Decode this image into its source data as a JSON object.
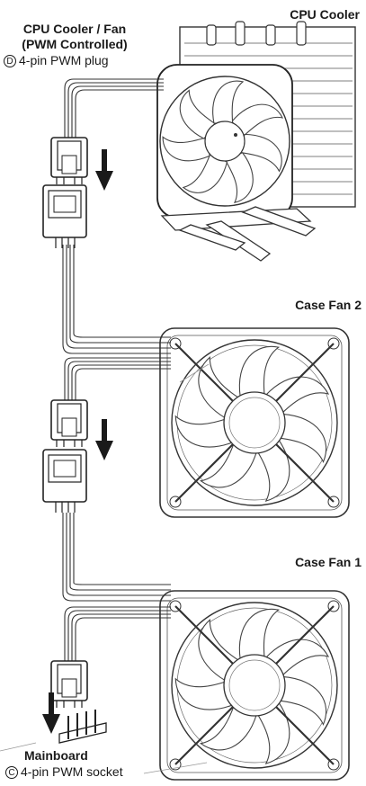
{
  "labels": {
    "cpu_cooler": "CPU Cooler",
    "cpu_fan_line1": "CPU Cooler / Fan",
    "cpu_fan_line2": "(PWM Controlled)",
    "plug_marker": "D",
    "plug_text": "4-pin PWM plug",
    "case_fan_2": "Case Fan 2",
    "case_fan_1": "Case Fan 1",
    "mainboard": "Mainboard",
    "socket_marker": "C",
    "socket_text": "4-pin PWM socket"
  },
  "colors": {
    "line": "#333333",
    "fill": "#ffffff",
    "arrow": "#1a1a1a"
  }
}
